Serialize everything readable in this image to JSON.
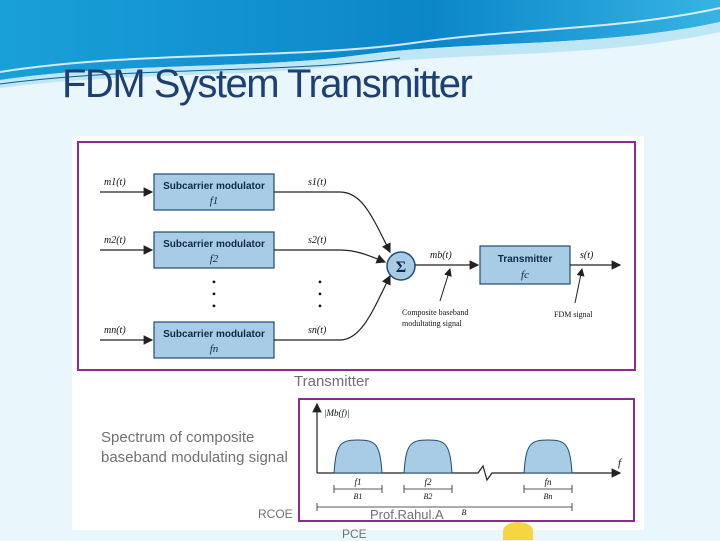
{
  "slide": {
    "title": "FDM System Transmitter",
    "caption": "Spectrum of composite baseband modulating signal",
    "transmitter_label": "Transmitter",
    "footer_rcoe": "RCOE",
    "footer_prof": "Prof.Rahul.A",
    "footer_pce": "PCE"
  },
  "diagram": {
    "inputs": [
      "m1(t)",
      "m2(t)",
      "mn(t)"
    ],
    "modulator_label": "Subcarrier modulator",
    "modulator_freqs": [
      "f1",
      "f2",
      "fn"
    ],
    "outputs": [
      "s1(t)",
      "s2(t)",
      "sn(t)"
    ],
    "summer_symbol": "Σ",
    "mb_label": "mb(t)",
    "transmitter_block": "Transmitter",
    "carrier": "fc",
    "st_label": "s(t)",
    "composite_note_1": "Composite baseband",
    "composite_note_2": "modultating signal",
    "fdm_note": "FDM signal",
    "dots": "•"
  },
  "spectrum": {
    "y_label": "|Mb(f)|",
    "x_label": "f",
    "centers": [
      "f1",
      "f2",
      "fn"
    ],
    "bandwidths": [
      "B1",
      "B2",
      "Bn"
    ],
    "B_label": "B"
  }
}
